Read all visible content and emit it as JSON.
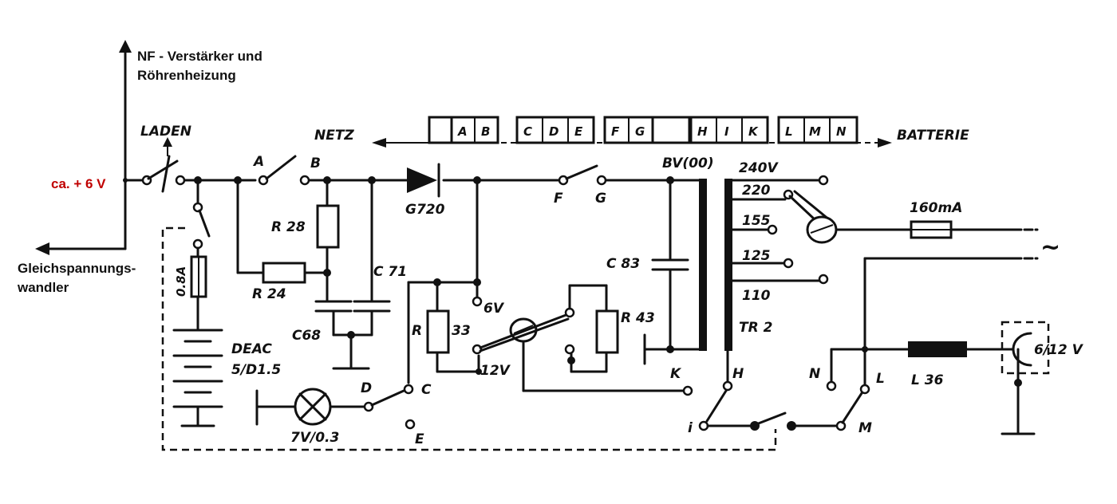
{
  "annotations": {
    "nf_line1": "NF - Verstärker und",
    "nf_line2": "Röhrenheizung",
    "supply": "ca. + 6 V",
    "gs_line1": "Gleichspannungs-",
    "gs_line2": "wandler"
  },
  "colors": {
    "annotation_red": "#c00000",
    "ink": "#111111"
  },
  "switch_bar": {
    "netz": "NETZ",
    "batterie": "BATTERIE",
    "groups": [
      {
        "letters": [
          "A",
          "B"
        ]
      },
      {
        "letters": [
          "C",
          "D",
          "E"
        ]
      },
      {
        "letters": [
          "F",
          "G"
        ]
      },
      {
        "letters": [
          "H",
          "I",
          "K"
        ]
      },
      {
        "letters": [
          "L",
          "M",
          "N"
        ]
      }
    ]
  },
  "labels": {
    "laden": "LADEN",
    "a": "A",
    "b": "B",
    "c": "C",
    "d": "D",
    "e": "E",
    "f": "F",
    "g": "G",
    "h": "H",
    "i": "i",
    "k": "K",
    "l": "L",
    "m": "M",
    "n": "N",
    "r28": "R 28",
    "r24": "R 24",
    "c71": "C 71",
    "c68": "C68",
    "g720": "G720",
    "r33": "R",
    "r33b": "33",
    "v6": "6V",
    "v12": "12V",
    "r43": "R 43",
    "c83": "C 83",
    "bv": "BV(00)",
    "tr2": "TR 2",
    "fuse_bat": "0.8A",
    "deac1": "DEAC",
    "deac2": "5/D1.5",
    "lamp": "7V/0.3",
    "fuse_mains": "160mA",
    "l36": "L 36",
    "v612": "6/12 V",
    "tilde": "~"
  },
  "taps": [
    "240V",
    "220",
    "155",
    "125",
    "110"
  ]
}
